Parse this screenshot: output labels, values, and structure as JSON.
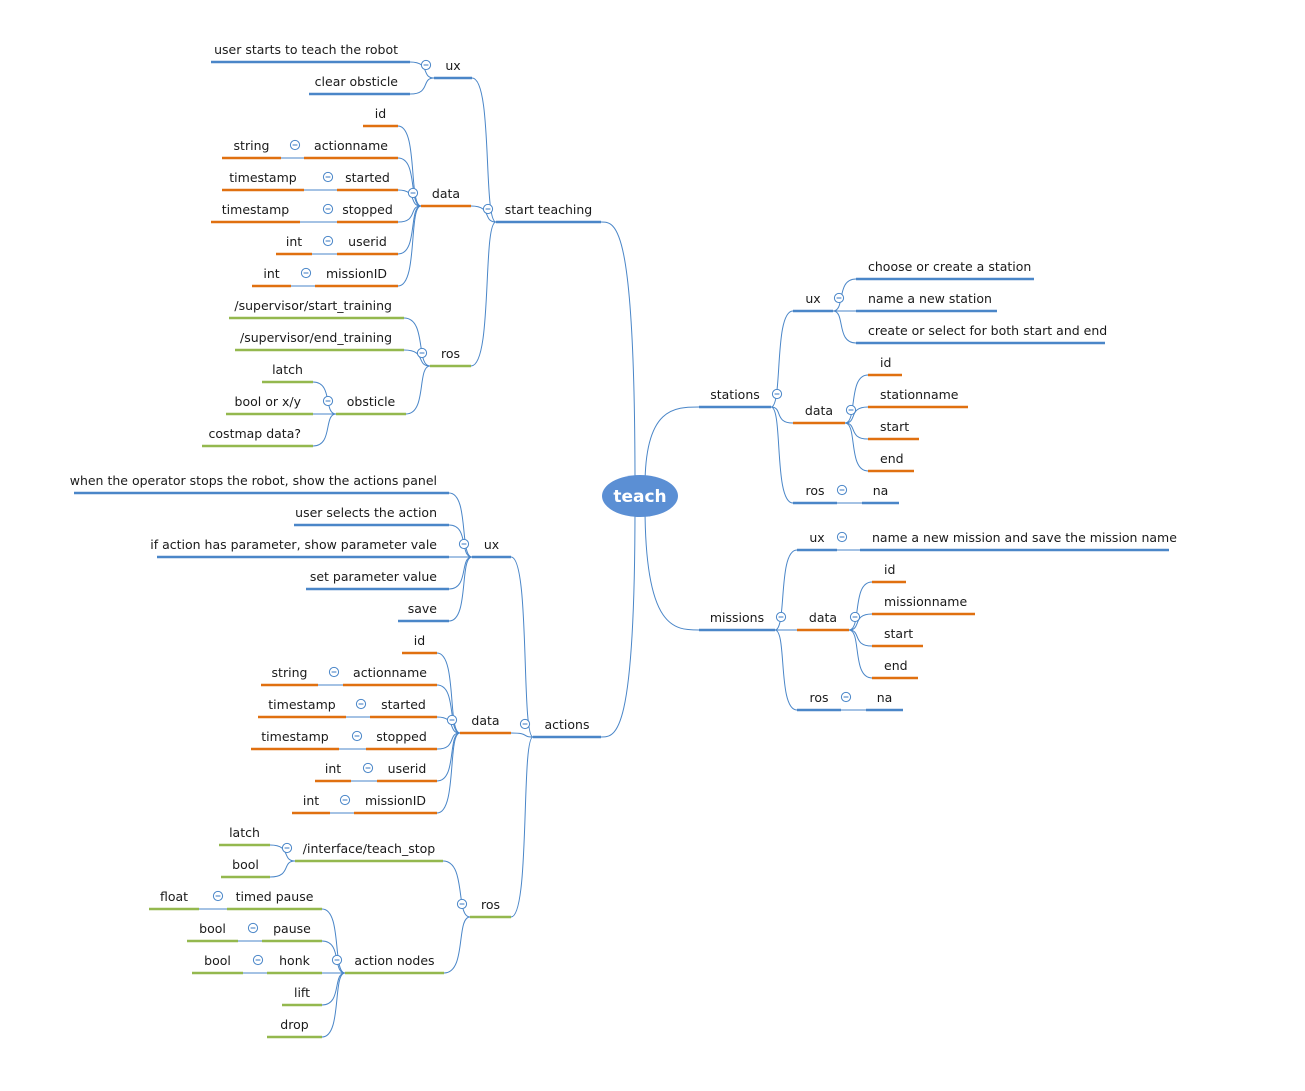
{
  "colors": {
    "ux": "#4a86c8",
    "data": "#e07010",
    "ros": "#94b84e",
    "connector": "#4a86c8",
    "root_fill": "#5b8fd4",
    "collapse_icon": "#4a86c8"
  },
  "icons": {
    "collapse": "collapse-minus-icon"
  },
  "root": {
    "label": "teach"
  },
  "topics": {
    "start_teaching": {
      "label": "start teaching",
      "ux": {
        "label": "ux",
        "items": [
          "user starts to teach the robot",
          "clear obsticle"
        ]
      },
      "data": {
        "label": "data",
        "id": "id",
        "fields": [
          {
            "name": "actionname",
            "type": "string"
          },
          {
            "name": "started",
            "type": "timestamp"
          },
          {
            "name": "stopped",
            "type": "timestamp"
          },
          {
            "name": "userid",
            "type": "int"
          },
          {
            "name": "missionID",
            "type": "int"
          }
        ]
      },
      "ros": {
        "label": "ros",
        "topics": [
          "/supervisor/start_training",
          "/supervisor/end_training"
        ],
        "obsticle": {
          "label": "obsticle",
          "items": [
            "latch",
            "bool or x/y",
            "costmap data?"
          ]
        }
      }
    },
    "actions": {
      "label": "actions",
      "ux": {
        "label": "ux",
        "items": [
          "when the operator stops the robot, show the actions panel",
          "user selects the action",
          "if action has parameter, show parameter vale",
          "set parameter value",
          "save"
        ]
      },
      "data": {
        "label": "data",
        "id": "id",
        "fields": [
          {
            "name": "actionname",
            "type": "string"
          },
          {
            "name": "started",
            "type": "timestamp"
          },
          {
            "name": "stopped",
            "type": "timestamp"
          },
          {
            "name": "userid",
            "type": "int"
          },
          {
            "name": "missionID",
            "type": "int"
          }
        ]
      },
      "ros": {
        "label": "ros",
        "teach_stop": {
          "label": "/interface/teach_stop",
          "items": [
            "latch",
            "bool"
          ]
        },
        "action_nodes": {
          "label": "action nodes",
          "timed_pause": {
            "label": "timed pause",
            "type": "float"
          },
          "pause": {
            "label": "pause",
            "type": "bool"
          },
          "honk": {
            "label": "honk",
            "type": "bool"
          },
          "lift": "lift",
          "drop": "drop"
        }
      }
    },
    "stations": {
      "label": "stations",
      "ux": {
        "label": "ux",
        "items": [
          "choose or create a station",
          "name a new station",
          "create or select for both start and end"
        ]
      },
      "data": {
        "label": "data",
        "items": [
          "id",
          "stationname",
          "start",
          "end"
        ]
      },
      "ros": {
        "label": "ros",
        "value": "na"
      }
    },
    "missions": {
      "label": "missions",
      "ux": {
        "label": "ux",
        "value": "name a new mission and save the mission name"
      },
      "data": {
        "label": "data",
        "items": [
          "id",
          "missionname",
          "start",
          "end"
        ]
      },
      "ros": {
        "label": "ros",
        "value": "na"
      }
    }
  }
}
